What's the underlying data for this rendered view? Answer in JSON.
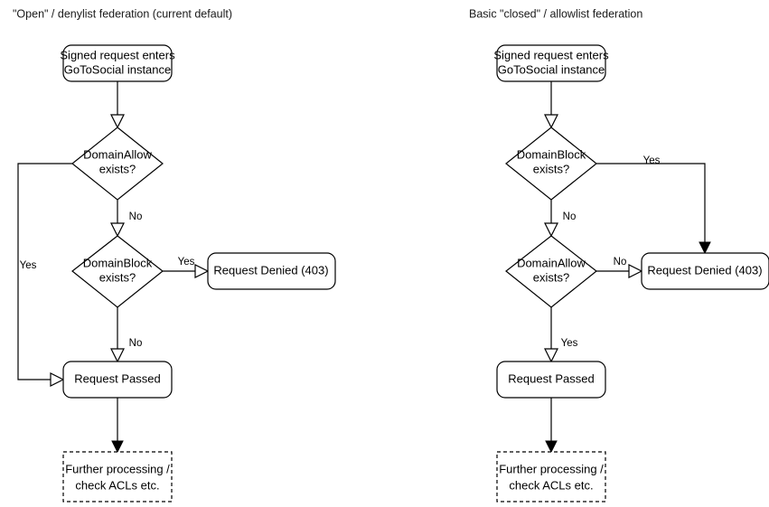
{
  "diagram": {
    "title_left": "\"Open\" / denylist federation (current default)",
    "title_right": "Basic \"closed\" / allowlist federation",
    "panels": [
      {
        "id": "denylist",
        "title": "\"Open\" / denylist federation (current default)",
        "nodes": [
          {
            "id": "start",
            "shape": "rounded-rect",
            "line1": "Signed request enters",
            "line2": "GoToSocial instance"
          },
          {
            "id": "domain-allow",
            "shape": "diamond",
            "line1": "DomainAllow",
            "line2": "exists?"
          },
          {
            "id": "domain-block",
            "shape": "diamond",
            "line1": "DomainBlock",
            "line2": "exists?"
          },
          {
            "id": "denied",
            "shape": "rounded-rect",
            "line1": "Request Denied (403)",
            "line2": ""
          },
          {
            "id": "passed",
            "shape": "rounded-rect",
            "line1": "Request Passed",
            "line2": ""
          },
          {
            "id": "further",
            "shape": "dashed-rect",
            "line1": "Further processing /",
            "line2": "check ACLs etc."
          }
        ],
        "edges": [
          {
            "from": "start",
            "to": "domain-allow",
            "label": "",
            "arrow": "open"
          },
          {
            "from": "domain-allow",
            "to": "passed",
            "label": "Yes",
            "arrow": "open"
          },
          {
            "from": "domain-allow",
            "to": "domain-block",
            "label": "No",
            "arrow": "open"
          },
          {
            "from": "domain-block",
            "to": "denied",
            "label": "Yes",
            "arrow": "open"
          },
          {
            "from": "domain-block",
            "to": "passed",
            "label": "No",
            "arrow": "open"
          },
          {
            "from": "passed",
            "to": "further",
            "label": "",
            "arrow": "filled"
          }
        ]
      },
      {
        "id": "allowlist",
        "title": "Basic \"closed\" / allowlist federation",
        "nodes": [
          {
            "id": "start",
            "shape": "rounded-rect",
            "line1": "Signed request enters",
            "line2": "GoToSocial instance"
          },
          {
            "id": "domain-block",
            "shape": "diamond",
            "line1": "DomainBlock",
            "line2": "exists?"
          },
          {
            "id": "domain-allow",
            "shape": "diamond",
            "line1": "DomainAllow",
            "line2": "exists?"
          },
          {
            "id": "denied",
            "shape": "rounded-rect",
            "line1": "Request Denied (403)",
            "line2": ""
          },
          {
            "id": "passed",
            "shape": "rounded-rect",
            "line1": "Request Passed",
            "line2": ""
          },
          {
            "id": "further",
            "shape": "dashed-rect",
            "line1": "Further processing /",
            "line2": "check ACLs etc."
          }
        ],
        "edges": [
          {
            "from": "start",
            "to": "domain-block",
            "label": "",
            "arrow": "open"
          },
          {
            "from": "domain-block",
            "to": "denied",
            "label": "Yes",
            "arrow": "filled"
          },
          {
            "from": "domain-block",
            "to": "domain-allow",
            "label": "No",
            "arrow": "open"
          },
          {
            "from": "domain-allow",
            "to": "denied",
            "label": "No",
            "arrow": "open"
          },
          {
            "from": "domain-allow",
            "to": "passed",
            "label": "Yes",
            "arrow": "open"
          },
          {
            "from": "passed",
            "to": "further",
            "label": "",
            "arrow": "filled"
          }
        ]
      }
    ],
    "labels": {
      "left": {
        "start_l1": "Signed request enters",
        "start_l2": "GoToSocial instance",
        "d1_l1": "DomainAllow",
        "d1_l2": "exists?",
        "d2_l1": "DomainBlock",
        "d2_l2": "exists?",
        "denied": "Request Denied (403)",
        "passed": "Request Passed",
        "further_l1": "Further processing /",
        "further_l2": "check ACLs etc.",
        "edge_yes_bypass": "Yes",
        "edge_no_1": "No",
        "edge_yes_block": "Yes",
        "edge_no_2": "No"
      },
      "right": {
        "start_l1": "Signed request enters",
        "start_l2": "GoToSocial instance",
        "d1_l1": "DomainBlock",
        "d1_l2": "exists?",
        "d2_l1": "DomainAllow",
        "d2_l2": "exists?",
        "denied": "Request Denied (403)",
        "passed": "Request Passed",
        "further_l1": "Further processing /",
        "further_l2": "check ACLs etc.",
        "edge_yes_block": "Yes",
        "edge_no_1": "No",
        "edge_no_2": "No",
        "edge_yes_allow": "Yes"
      }
    },
    "colors": {
      "stroke": "#000000",
      "fill": "#ffffff",
      "text": "#000000",
      "background": "#ffffff"
    }
  }
}
